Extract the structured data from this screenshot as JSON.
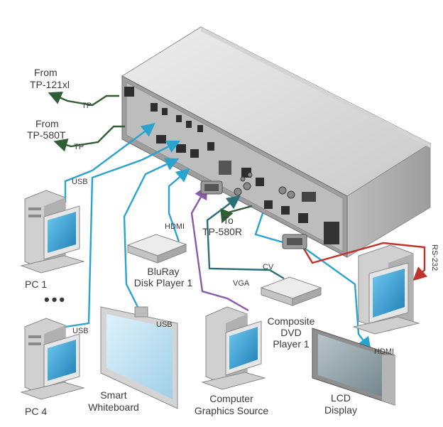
{
  "sources": {
    "from_tp121": [
      "From",
      "TP-121xl"
    ],
    "from_tp580t": [
      "From",
      "TP-580T"
    ],
    "to_tp580r": [
      "To",
      "TP-580R"
    ],
    "pc1": "PC 1",
    "pc4": "PC 4",
    "ellipsis": "•••",
    "bluray": [
      "BluRay",
      "Disk Player 1"
    ],
    "whiteboard": [
      "Smart",
      "Whiteboard"
    ],
    "computer_graphics": [
      "Computer",
      "Graphics Source"
    ],
    "composite_dvd": [
      "Composite",
      "DVD",
      "Player 1"
    ],
    "lcd": [
      "LCD",
      "Display"
    ]
  },
  "cables": {
    "tp_1": "TP",
    "tp_2": "TP",
    "usb_pc1": "USB",
    "usb_pc4": "USB",
    "usb_whiteboard": "USB",
    "hdmi_bluray": "HDMI",
    "vga": "VGA",
    "cv": "CV",
    "hdmi_lcd": "HDMI",
    "rs232": "RS-232"
  },
  "colors": {
    "tp_cable": "#2f5e35",
    "usb_hdmi_cable": "#2aa3cf",
    "vga_cable": "#8a5aa8",
    "cv_cable": "#2b6f79",
    "rs232_cable": "#c0322b",
    "device_body": "#d8d8d8",
    "text": "#3a3a3a"
  }
}
